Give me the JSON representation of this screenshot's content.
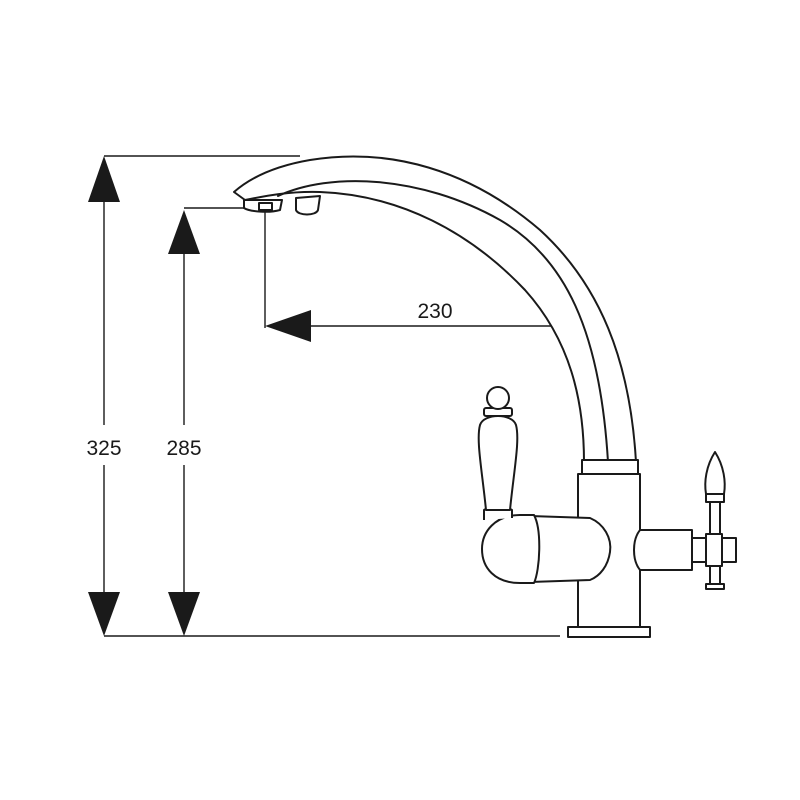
{
  "dimensions": {
    "total_height": "325",
    "spout_height": "285",
    "spout_reach": "230"
  },
  "colors": {
    "line": "#1a1a1a",
    "background": "#ffffff"
  }
}
